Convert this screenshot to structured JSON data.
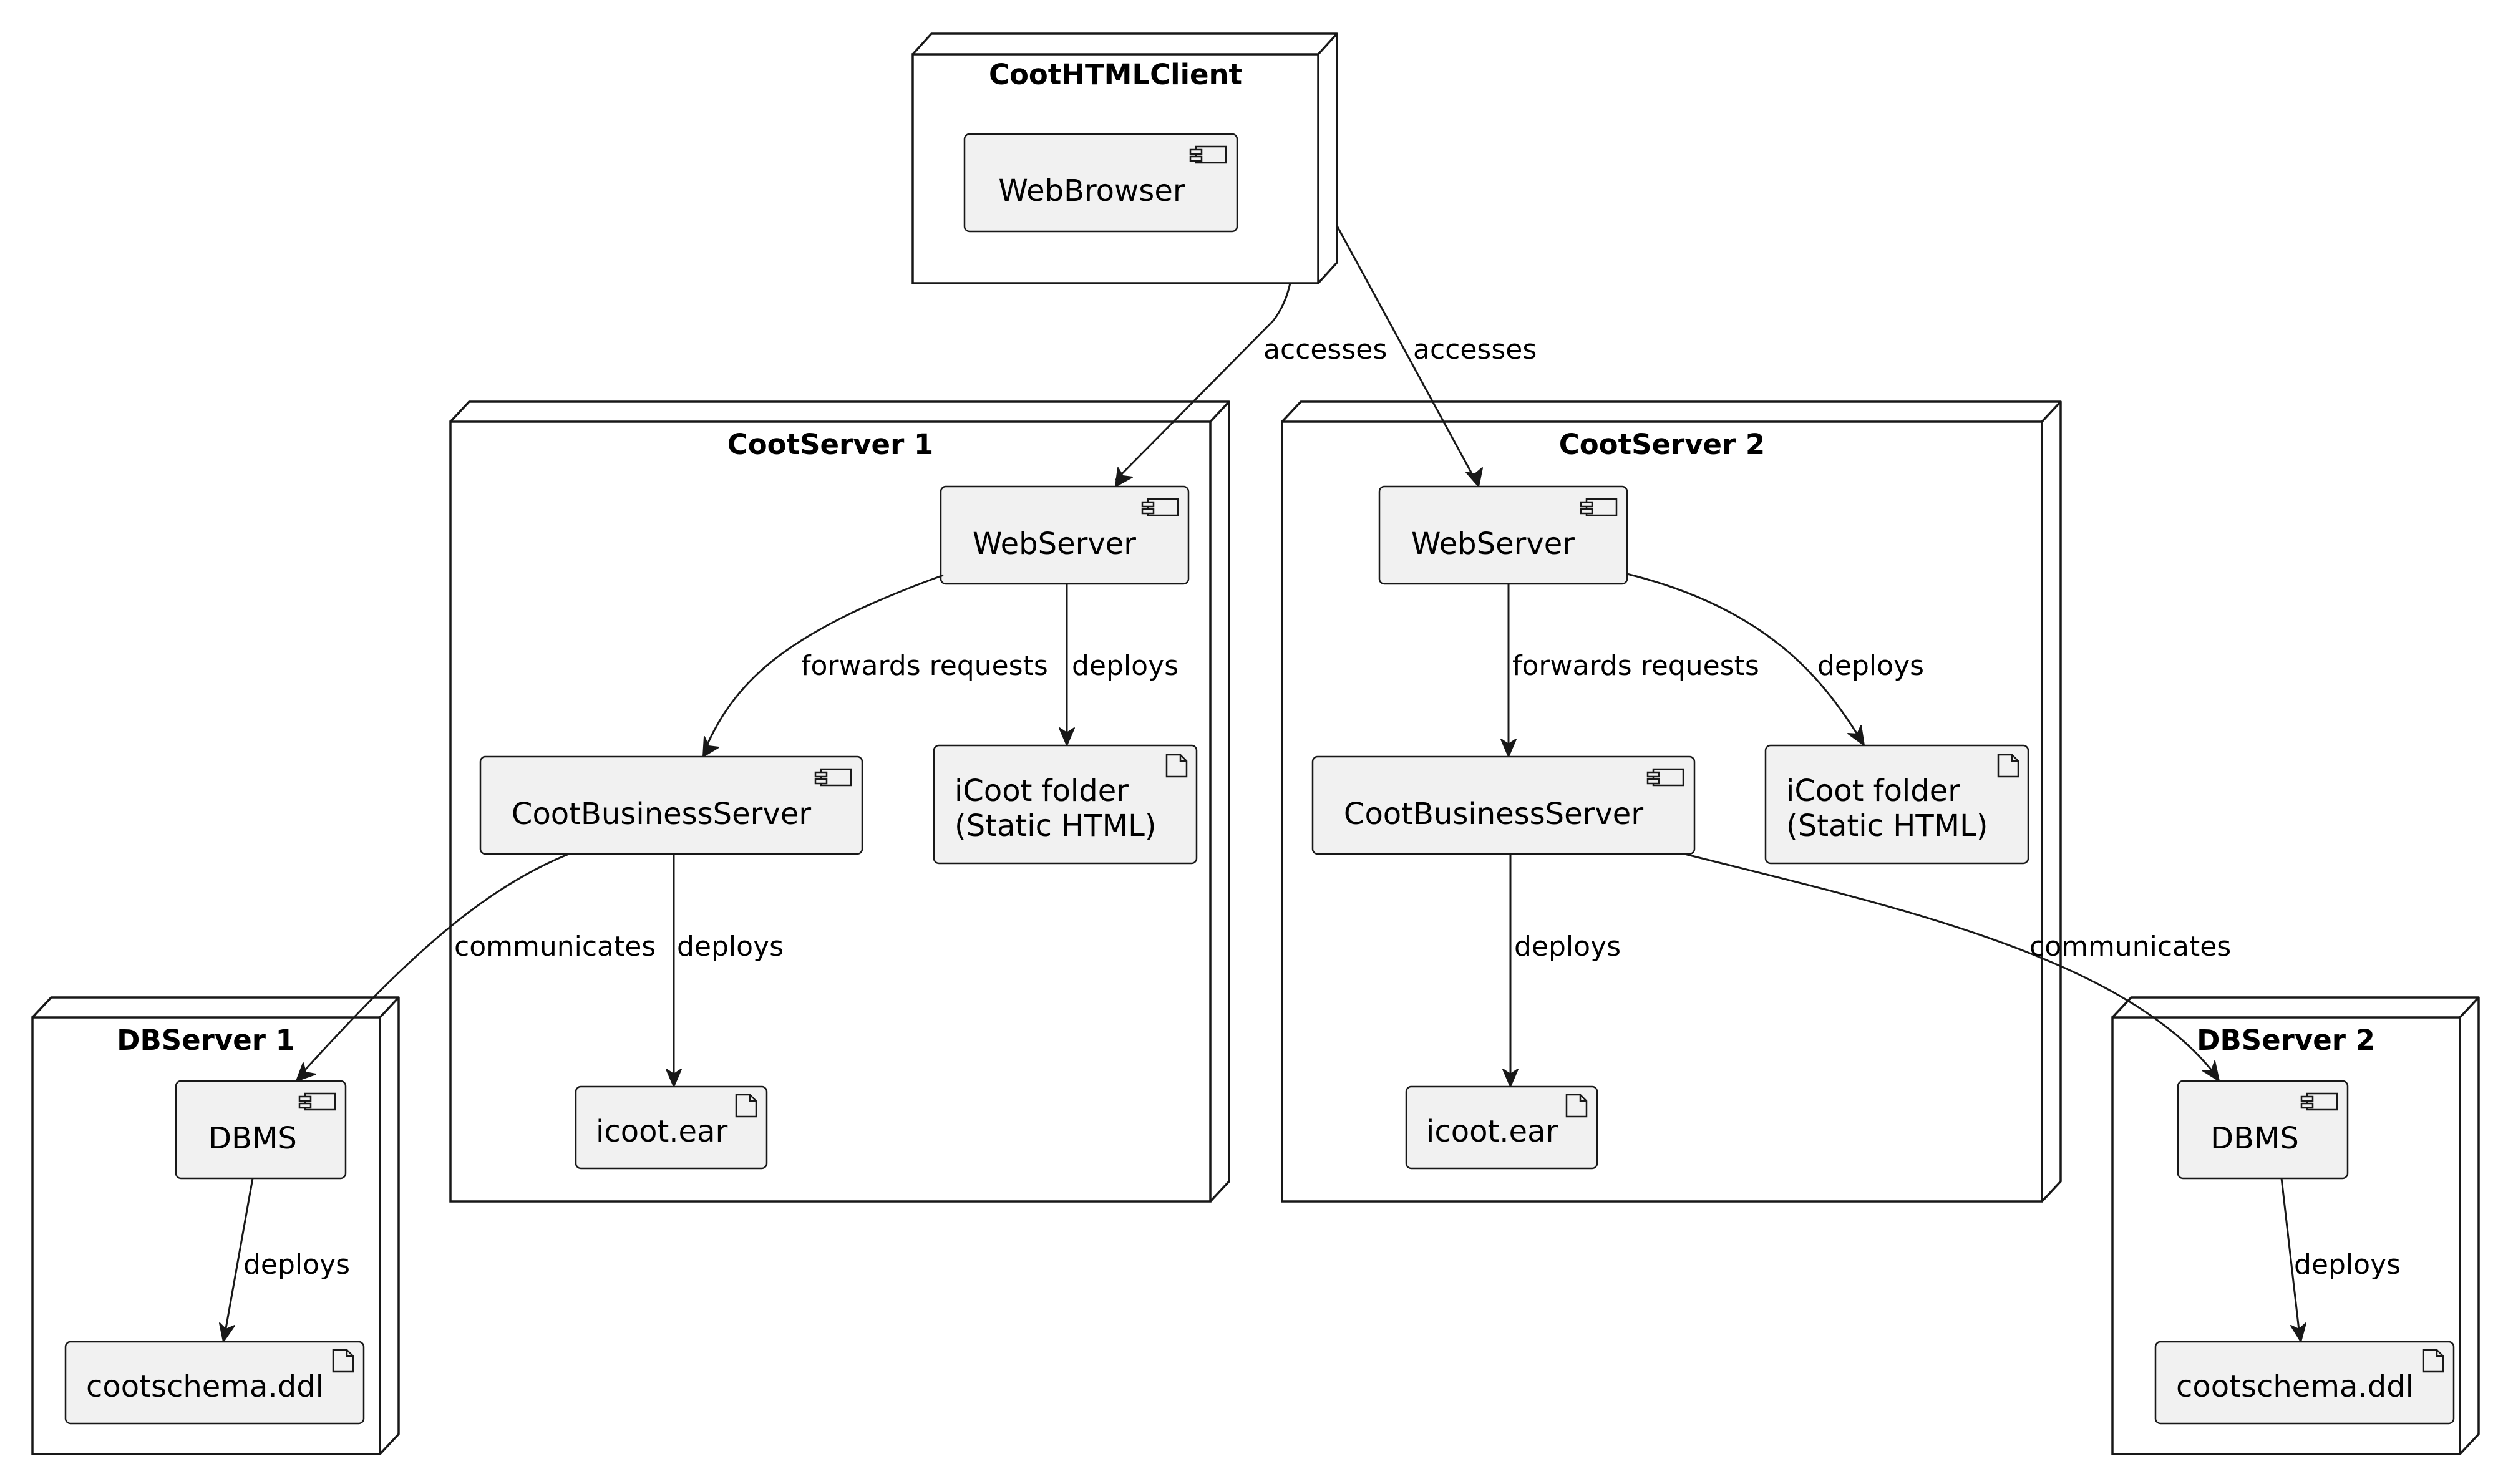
{
  "diagram": {
    "nodes": {
      "client": {
        "title": "CootHTMLClient",
        "webbrowser": "WebBrowser"
      },
      "server1": {
        "title": "CootServer 1",
        "webserver": "WebServer",
        "business": "CootBusinessServer",
        "folder_line1": "iCoot folder",
        "folder_line2": "(Static HTML)",
        "ear": "icoot.ear"
      },
      "server2": {
        "title": "CootServer 2",
        "webserver": "WebServer",
        "business": "CootBusinessServer",
        "folder_line1": "iCoot folder",
        "folder_line2": "(Static HTML)",
        "ear": "icoot.ear"
      },
      "db1": {
        "title": "DBServer 1",
        "dbms": "DBMS",
        "ddl": "cootschema.ddl"
      },
      "db2": {
        "title": "DBServer 2",
        "dbms": "DBMS",
        "ddl": "cootschema.ddl"
      }
    },
    "edges": {
      "client_s1": "accesses",
      "client_s2": "accesses",
      "s1_ws_business": "forwards requests",
      "s1_ws_folder": "deploys",
      "s1_business_ear": "deploys",
      "s1_business_db1": "communicates",
      "s2_ws_business": "forwards requests",
      "s2_ws_folder": "deploys",
      "s2_business_ear": "deploys",
      "s2_business_db2": "communicates",
      "db1_dbms_ddl": "deploys",
      "db2_dbms_ddl": "deploys"
    }
  }
}
